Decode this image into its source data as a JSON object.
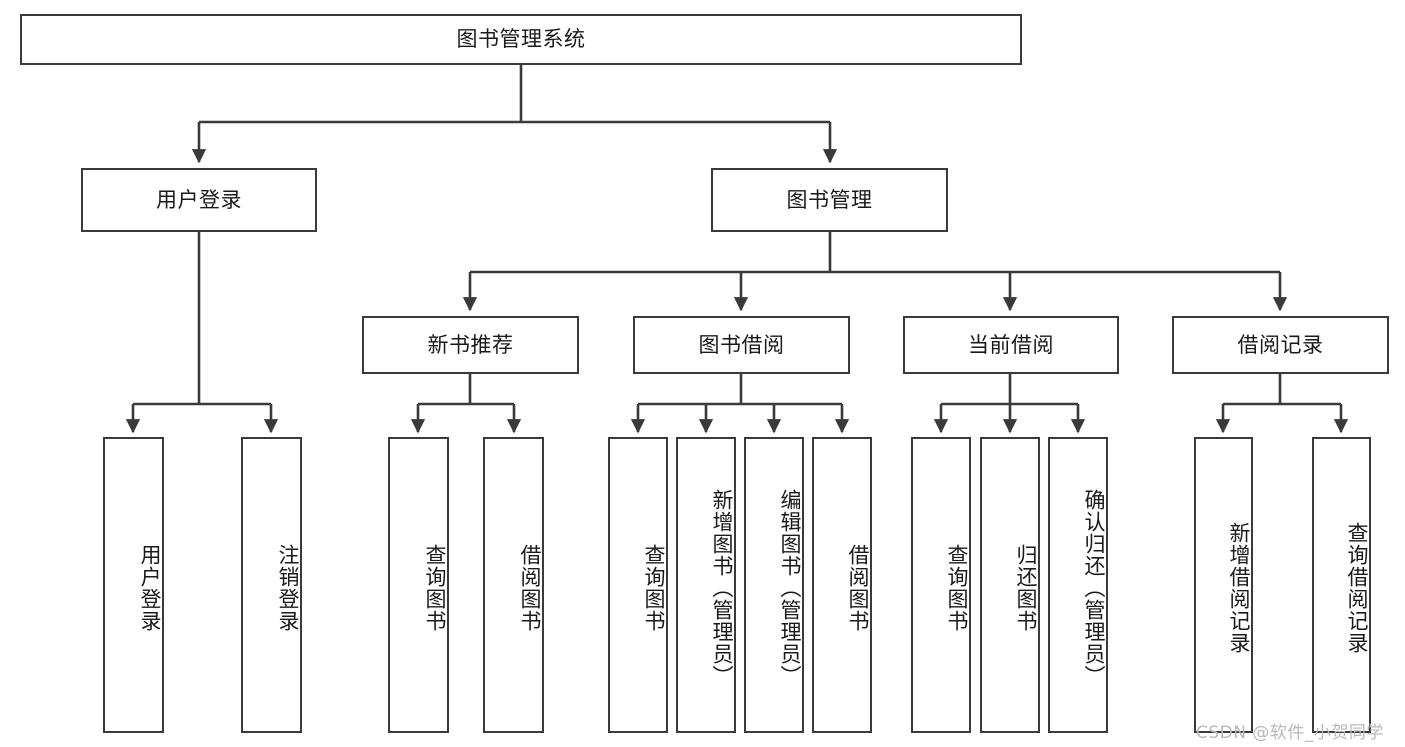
{
  "diagram": {
    "type": "tree",
    "title": "图书管理系统",
    "root": {
      "label": "图书管理系统"
    },
    "level2": [
      {
        "label": "用户登录"
      },
      {
        "label": "图书管理"
      }
    ],
    "level3": [
      {
        "label": "新书推荐"
      },
      {
        "label": "图书借阅"
      },
      {
        "label": "当前借阅"
      },
      {
        "label": "借阅记录"
      }
    ],
    "leaves": {
      "user_login": [
        {
          "label": "用户登录"
        },
        {
          "label": "注销登录"
        }
      ],
      "new_book_recommend": [
        {
          "label": "查询图书"
        },
        {
          "label": "借阅图书"
        }
      ],
      "book_borrow": [
        {
          "label": "查询图书"
        },
        {
          "label": "新增图书（管理员）"
        },
        {
          "label": "编辑图书（管理员）"
        },
        {
          "label": "借阅图书"
        }
      ],
      "current_borrow": [
        {
          "label": "查询图书"
        },
        {
          "label": "归还图书"
        },
        {
          "label": "确认归还（管理员）"
        }
      ],
      "borrow_record": [
        {
          "label": "新增借阅记录"
        },
        {
          "label": "查询借阅记录"
        }
      ]
    }
  },
  "watermark": {
    "text": "CSDN @软件_小贺同学"
  },
  "colors": {
    "stroke": "#3a3a3a",
    "fill": "#ffffff",
    "text": "#1a1a1a",
    "watermark": "#b9b9b9"
  }
}
